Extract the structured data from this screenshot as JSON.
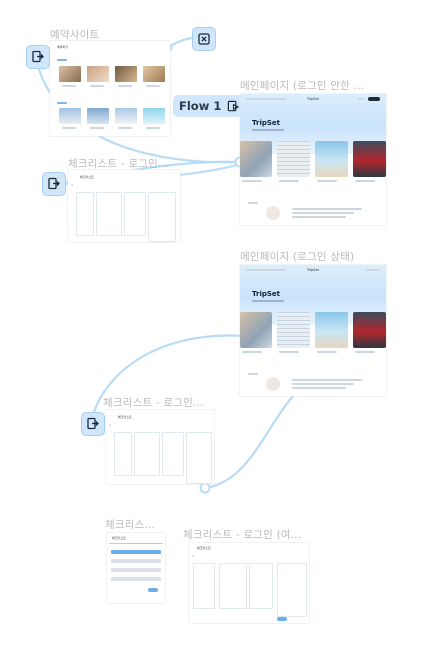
{
  "canvas": {
    "flow_label": "Flow 1",
    "link_color": "#b7dcf6",
    "node_color": "#cfe6fb"
  },
  "frames": {
    "reservation": {
      "title": "예약사이트",
      "heading": "예약하기"
    },
    "main_logged_out": {
      "title": "메인페이지 (로그인 안한 ...",
      "brand": "TripSet",
      "nav_center": "TripSet"
    },
    "checklist_1": {
      "title": "체크리스트 - 로그인...",
      "heading": "체크리스트"
    },
    "main_logged_in": {
      "title": "메인페이지 (로그인 상태)",
      "brand": "TripSet",
      "nav_center": "TripSet"
    },
    "checklist_2": {
      "title": "체크리스트 - 로그인...",
      "heading": "체크리스트"
    },
    "checklist_3": {
      "title": "체크리스...",
      "heading": "체크리스트"
    },
    "checklist_4": {
      "title": "체크리스트 - 로그인 (여...",
      "heading": "체크리스트"
    }
  },
  "icons": {
    "start": "frame-start-icon",
    "close": "close-icon",
    "flow": "flow-play-icon"
  }
}
